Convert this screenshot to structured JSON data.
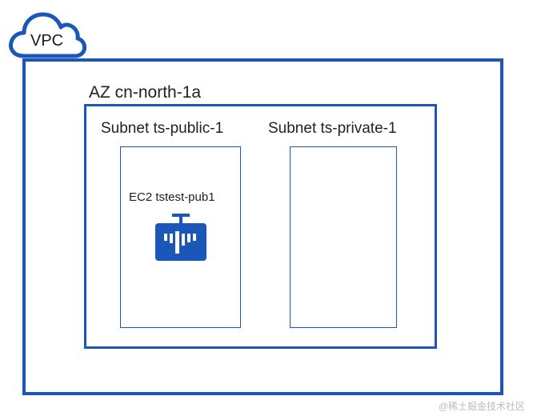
{
  "vpc": {
    "label": "VPC",
    "icon": "cloud-icon",
    "color": "#1b57b8"
  },
  "az": {
    "label": "AZ cn-north-1a"
  },
  "subnets": [
    {
      "label": "Subnet  ts-public-1"
    },
    {
      "label": "Subnet  ts-private-1"
    }
  ],
  "ec2": {
    "label": "EC2 tstest-pub1",
    "icon": "ec2-instance-icon"
  },
  "watermark": "@稀土掘金技术社区"
}
